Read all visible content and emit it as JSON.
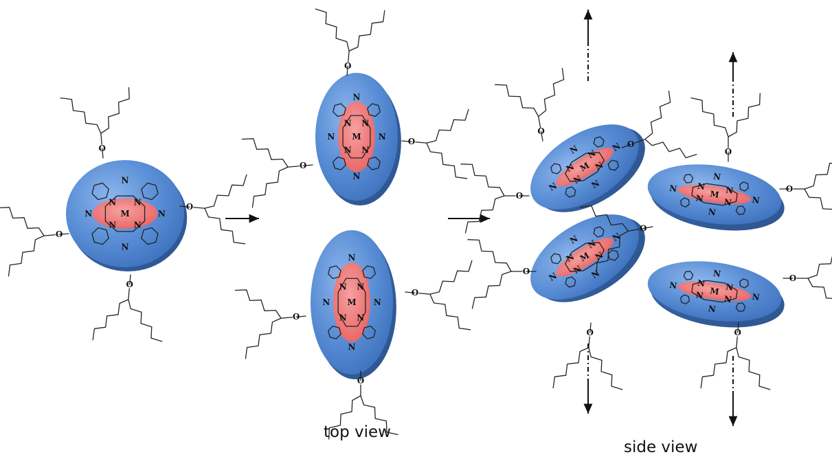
{
  "labels": {
    "top_view": "top view",
    "side_view": "side view",
    "metal": "M",
    "nitrogen": "N",
    "oxygen": "O"
  },
  "colors": {
    "disk_fill": "#5b8fd6",
    "disk_edge": "#3c69ad",
    "core_fill": "#f07575",
    "bond": "#222222"
  },
  "icons": {
    "process_arrow": "right-arrow-icon",
    "growth_arrow": "vertical-arrow-icon"
  }
}
